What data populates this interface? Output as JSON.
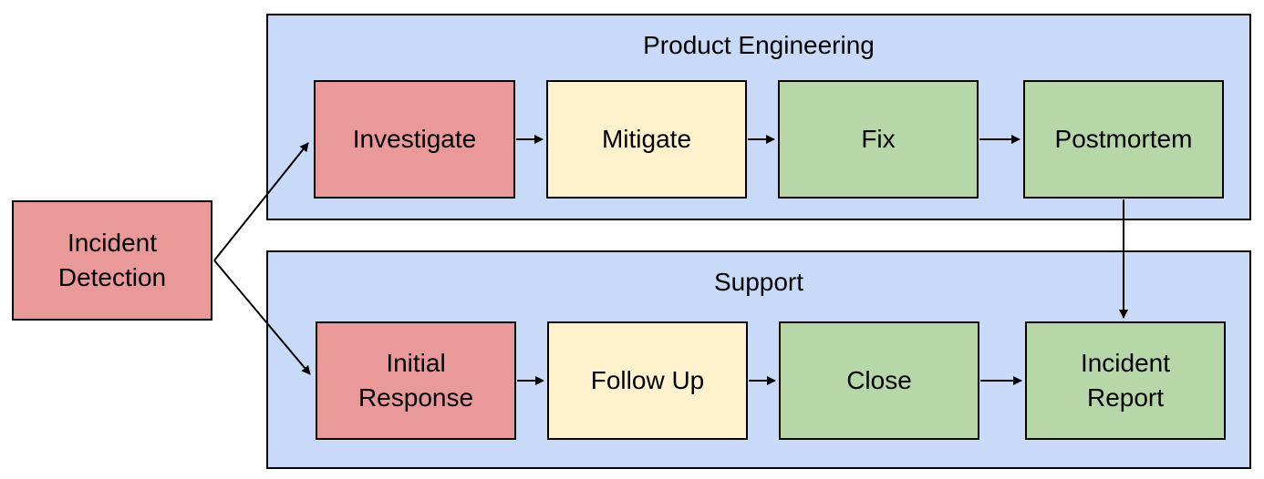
{
  "page": {
    "background_color": "#ffffff",
    "stroke_color": "#000000",
    "text_color": "#000000"
  },
  "diagram": {
    "type": "flowchart",
    "start_node": {
      "label": "Incident Detection",
      "color": "#ea9999"
    },
    "groups": [
      {
        "title": "Product Engineering",
        "color": "#c9daf8",
        "nodes": [
          {
            "label": "Investigate",
            "color": "#ea9999"
          },
          {
            "label": "Mitigate",
            "color": "#fff2cc"
          },
          {
            "label": "Fix",
            "color": "#b6d7a8"
          },
          {
            "label": "Postmortem",
            "color": "#b6d7a8"
          }
        ]
      },
      {
        "title": "Support",
        "color": "#c9daf8",
        "nodes": [
          {
            "label": "Initial Response",
            "color": "#ea9999"
          },
          {
            "label": "Follow Up",
            "color": "#fff2cc"
          },
          {
            "label": "Close",
            "color": "#b6d7a8"
          },
          {
            "label": "Incident Report",
            "color": "#b6d7a8"
          }
        ]
      }
    ],
    "edges": [
      {
        "from": "Incident Detection",
        "to": "Investigate"
      },
      {
        "from": "Incident Detection",
        "to": "Initial Response"
      },
      {
        "from": "Investigate",
        "to": "Mitigate"
      },
      {
        "from": "Mitigate",
        "to": "Fix"
      },
      {
        "from": "Fix",
        "to": "Postmortem"
      },
      {
        "from": "Postmortem",
        "to": "Incident Report"
      },
      {
        "from": "Initial Response",
        "to": "Follow Up"
      },
      {
        "from": "Follow Up",
        "to": "Close"
      },
      {
        "from": "Close",
        "to": "Incident Report"
      }
    ]
  }
}
